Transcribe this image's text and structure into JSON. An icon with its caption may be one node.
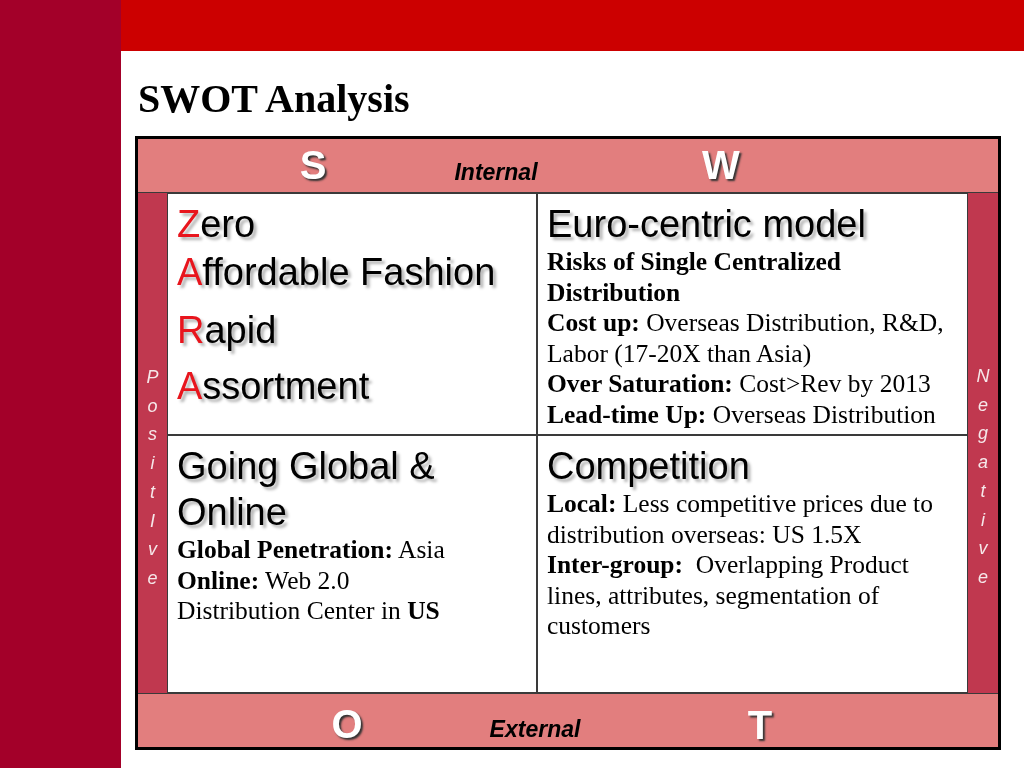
{
  "diagram": {
    "title": "SWOT Analysis",
    "nodes": [
      {
        "text": [
          "S",
          "Internal",
          "W"
        ]
      },
      {
        "text": [
          "PositIve"
        ]
      },
      {
        "text": [
          "Zero",
          "Affordable Fashion",
          "Rapid",
          "Assortment"
        ]
      },
      {
        "text": [
          "Euro-centric model",
          "Risks of Single Centralized Distribution",
          "**Cost up:** Overseas Distribution, R&D, Labor (17-20X than Asia)",
          "**Over Saturation:** Cost>Rev by 2013",
          "**Lead-time Up:** Overseas Distribution"
        ]
      },
      {
        "text": [
          "Negative"
        ]
      },
      {
        "text": [
          "Going Global & Online",
          "**Global Penetration:** Asia",
          "**Online:** Web 2.0",
          "Distribution Center in **US**"
        ]
      },
      {
        "text": [
          "Competition",
          "**Local:** Less competitive prices due to distribution overseas: US 1.5X",
          "**Inter-group:**  Overlapping Product lines, attributes, segmentation of customers"
        ]
      },
      {
        "text": [
          "O",
          "External",
          "T"
        ]
      }
    ]
  }
}
